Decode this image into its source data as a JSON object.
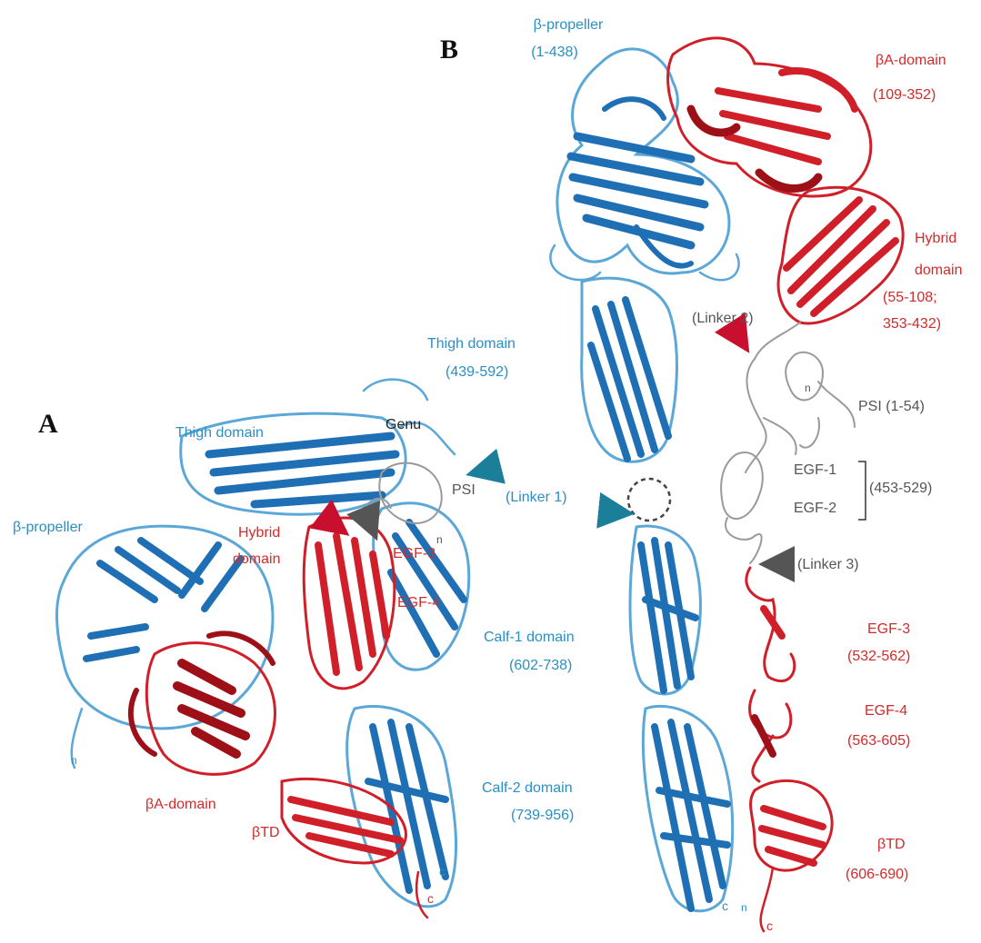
{
  "colors": {
    "alpha_subunit": "#1f6fb4",
    "alpha_light": "#5aa7d8",
    "beta_subunit": "#d11f2a",
    "beta_dark": "#9e1018",
    "linker": "#9a9a9a",
    "arrow_teal": "#1b7f9a",
    "arrow_red": "#c8102e",
    "arrow_gray": "#555555",
    "label_blue": "#2a8fc4",
    "label_red": "#d42a2a"
  },
  "icons": [
    "arrow-icon",
    "dashed-circle-icon",
    "bracket-icon"
  ],
  "panel_a": {
    "letter": "A",
    "labels": {
      "thigh": "Thigh domain",
      "genu": "Genu",
      "psi": "PSI",
      "propeller": "β-propeller",
      "hybrid_line1": "Hybrid",
      "hybrid_line2": "domain",
      "egf3": "EGF-3",
      "egf4": "EGF-4",
      "n_alpha": "n",
      "n_beta": "n",
      "ba_domain": "βA-domain",
      "btd": "βTD",
      "c_alpha": "c",
      "c_beta": "c"
    }
  },
  "panel_b": {
    "letter": "B",
    "propeller": {
      "name": "β-propeller",
      "range": "(1-438)"
    },
    "ba_domain": {
      "name": "βA-domain",
      "range": "(109-352)"
    },
    "hybrid": {
      "line1": "Hybrid",
      "line2": "domain",
      "line3": "(55-108;",
      "line4": "353-432)"
    },
    "linker2": "(Linker 2)",
    "thigh": {
      "name": "Thigh domain",
      "range": "(439-592)"
    },
    "psi": "PSI (1-54)",
    "n_label": "n",
    "linker1": "(Linker 1)",
    "egf1": "EGF-1",
    "egf2": "EGF-2",
    "egf12_range": "(453-529)",
    "linker3": "(Linker 3)",
    "calf1": {
      "name": "Calf-1 domain",
      "range": "(602-738)"
    },
    "egf3": {
      "name": "EGF-3",
      "range": "(532-562)"
    },
    "egf4": {
      "name": "EGF-4",
      "range": "(563-605)"
    },
    "calf2": {
      "name": "Calf-2  domain",
      "range": "(739-956)"
    },
    "btd": {
      "name": "βTD",
      "range": "(606-690)"
    },
    "c_alpha": "c",
    "n_beta": "n",
    "c_beta": "c"
  }
}
